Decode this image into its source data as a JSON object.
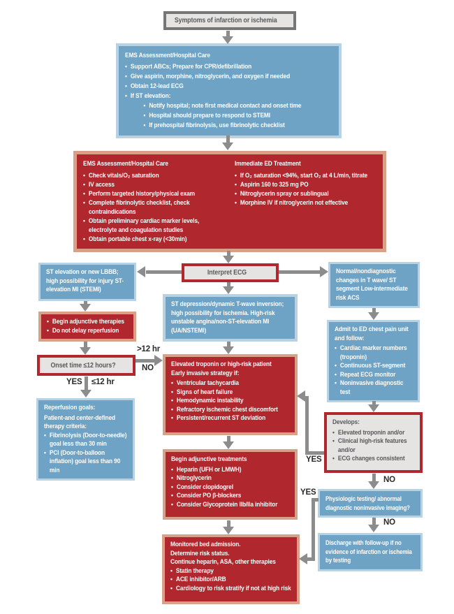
{
  "colors": {
    "blue_fill": "#6FA3C5",
    "blue_border": "#B7D2E2",
    "red_fill": "#B0272E",
    "red_border": "#D9A088",
    "gray_fill": "#E5E4E3",
    "gray_border": "#767676",
    "arrow": "#8C8C8D",
    "dark_text": "#58595B",
    "label_text": "#2B2B2B"
  },
  "symptoms": {
    "label": "Symptoms of infarction or ischemia"
  },
  "ems_field": {
    "title": "EMS Assessment/Hospital Care",
    "bullets": [
      "Support ABCs; Prepare for CPR/defibrillation",
      "Give aspirin, morphine, nitroglycerin, and oxygen if needed",
      "Obtain 12-lead ECG",
      "If ST elevation:"
    ],
    "sub_bullets": [
      "Notify hospital; note first medical contact and onset time",
      "Hospital should prepare to respond to STEMI",
      "If prehospital fibrinolysis, use fibrinolytic checklist"
    ]
  },
  "ed_panel": {
    "left": {
      "title": "EMS Assessment/Hospital Care",
      "bullets": [
        "Check vitals/O₂ saturation",
        "IV access",
        "Perform targeted history/physical exam",
        "Complete fibrinolytic checklist, check contraindications",
        "Obtain preliminary cardiac marker levels, electrolyte and coagulation studies",
        "Obtain portable chest x-ray (<30min)"
      ]
    },
    "right": {
      "title": "Immediate ED Treatment",
      "bullets": [
        "If O₂ saturation <94%, start O₂ at 4 L/min, titrate",
        "Aspirin 160 to 325 mg PO",
        "Nitroglycerin spray or sublingual",
        "Morphine IV if nitroglycerin not effective"
      ]
    }
  },
  "interpret_ecg": {
    "label": "Interpret ECG"
  },
  "stemi": {
    "text": "ST elevation or new LBBB; high possibility for injury ST-elevation MI (STEMI)"
  },
  "nstemi": {
    "text": "ST depression/dynamic T-wave inversion; high possibility for ischemia. High-risk unstable angina/non-ST-elevation MI (UA/NSTEMI)"
  },
  "acs": {
    "text": "Normal/nondiagnostic changes in T wave/ ST segment Low-intermediate risk ACS"
  },
  "adjunctive_therapies": {
    "bullets": [
      "Begin adjunctive therapies",
      "Do not delay reperfusion"
    ]
  },
  "onset": {
    "label": "Onset time ≤12 hours?"
  },
  "branch_labels": {
    "onset_right_top": ">12 hr",
    "onset_right_bottom": "NO",
    "onset_down_left": "YES",
    "onset_down_right": "≤12 hr",
    "develops_yes": "YES",
    "develops_no": "NO",
    "physiologic_yes": "YES",
    "physiologic_no": "NO"
  },
  "reperfusion": {
    "title": "Reperfusion goals:",
    "subtitle": "Patient-and center-defined therapy criteria:",
    "bullets": [
      "Fibrinolysis (Door-to-needle) goal less than 30 min",
      "PCI (Door-to-balloon inflation) goal less than 90 min"
    ]
  },
  "troponin": {
    "title": "Elevated troponin or high-risk patient",
    "subtitle": "Early invasive strategy if:",
    "bullets": [
      "Ventricular tachycardia",
      "Signs of heart failure",
      "Hemodynamic instability",
      "Refractory ischemic chest discomfort",
      "Persistent/recurrent ST deviation"
    ]
  },
  "treatments": {
    "title": "Begin adjunctive treatments",
    "bullets": [
      "Heparin (UFH or LMWH)",
      "Nitroglycerin",
      "Consider clopidogrel",
      "Consider PO β-blockers",
      "Consider Glycoprotein IIb/IIa inhibitor"
    ]
  },
  "monitored": {
    "lines": [
      "Monitored bed admission.",
      "Determine risk status.",
      "Continue heparin, ASA, other therapies"
    ],
    "bullets": [
      "Statin therapy",
      "ACE inhibitor/ARB",
      "Cardiology to risk stratify if not at high risk"
    ]
  },
  "admit": {
    "title": "Admit to ED chest pain unit and follow:",
    "bullets": [
      "Cardiac marker numbers (troponin)",
      "Continuous ST-segment",
      "Repeat ECG monitor",
      "Noninvasive diagnostic test"
    ]
  },
  "develops": {
    "title": "Develops:",
    "bullets": [
      "Elevated troponin and/or",
      "Clinical high-risk features and/or",
      "ECG changes consistent"
    ]
  },
  "physiologic": {
    "text": "Physiologic testing/ abnormal diagnostic noninvasive imaging?"
  },
  "discharge": {
    "text": "Discharge with follow-up if no evidence of infarction or ischemia by testing"
  }
}
